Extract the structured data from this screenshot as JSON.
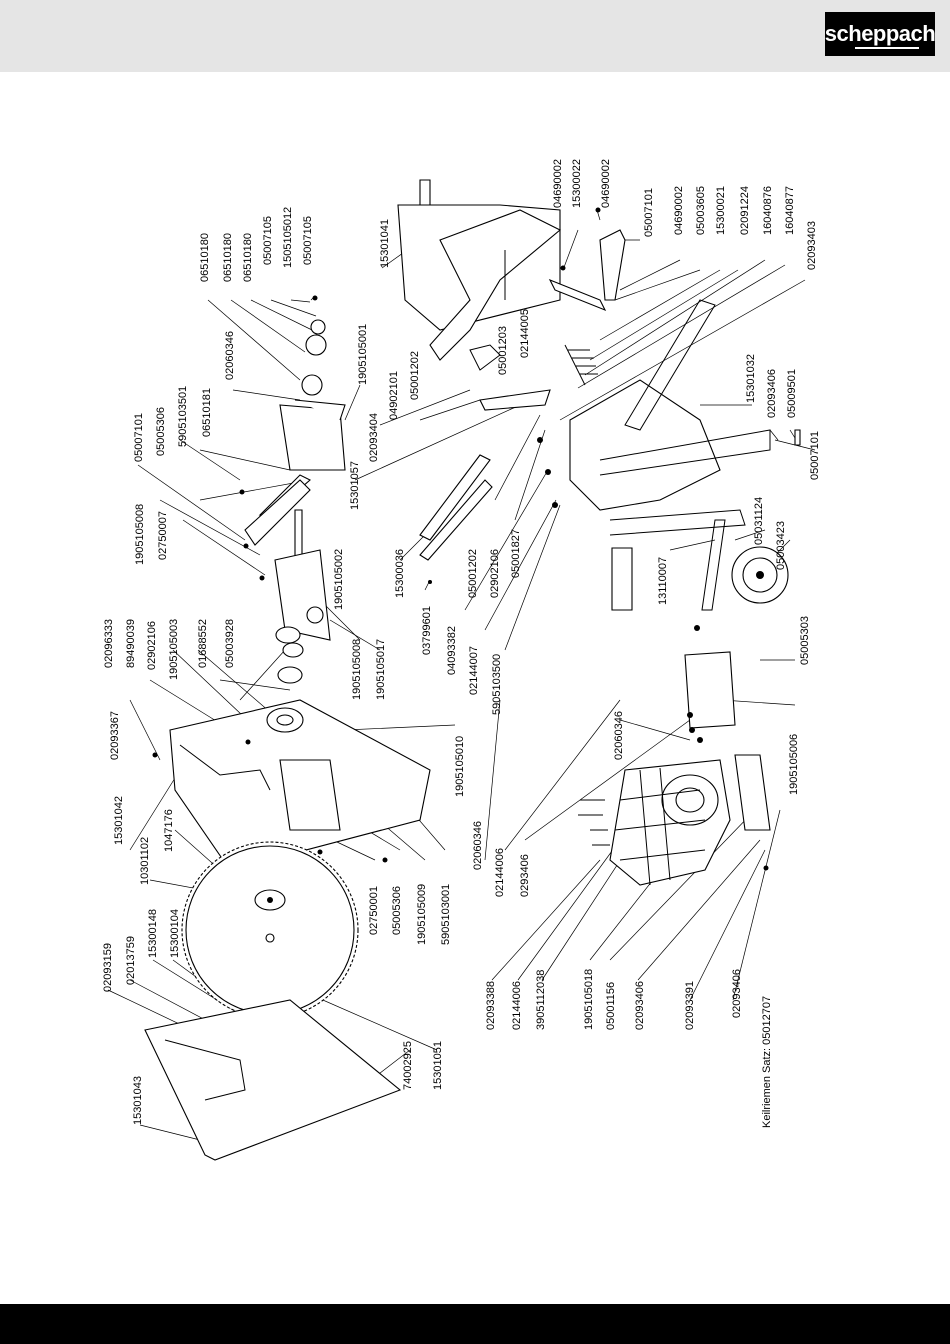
{
  "brand": {
    "logo_text": "scheppach"
  },
  "diagram": {
    "labels": [
      "06510180",
      "06510180",
      "06510180",
      "05007105",
      "1505105012",
      "05007105",
      "02060346",
      "15301041",
      "04690002",
      "15300022",
      "04690002",
      "05007101",
      "04690002",
      "05003605",
      "15300021",
      "02091224",
      "16040876",
      "16040877",
      "02093403",
      "1905105001",
      "05001203",
      "02144005",
      "05001202",
      "04902101",
      "06510181",
      "5905103501",
      "05005306",
      "05007101",
      "02093404",
      "15301057",
      "1905105008",
      "02750007",
      "1905105002",
      "15300036",
      "05001202",
      "02902106",
      "05001827",
      "15301032",
      "02093406",
      "05009501",
      "05007101",
      "05031124",
      "05003423",
      "13110007",
      "03799601",
      "04093382",
      "02144007",
      "5905103500",
      "02096333",
      "89490039",
      "02902106",
      "1905105003",
      "01688552",
      "05003928",
      "1905105008",
      "1905105017",
      "05005303",
      "02093367",
      "1905105010",
      "15301042",
      "1047176",
      "10301102",
      "02060346",
      "1905105006",
      "02750001",
      "05005306",
      "1905105009",
      "5905103001",
      "02060346",
      "02144006",
      "0293406",
      "02093159",
      "02013759",
      "15300148",
      "15300104",
      "74002925",
      "15301051",
      "15301043",
      "02093388",
      "02144006",
      "3905112038",
      "1905105018",
      "05001156",
      "02093406",
      "02093391",
      "02093406",
      "Keilriemen Satz: 05012707"
    ]
  }
}
